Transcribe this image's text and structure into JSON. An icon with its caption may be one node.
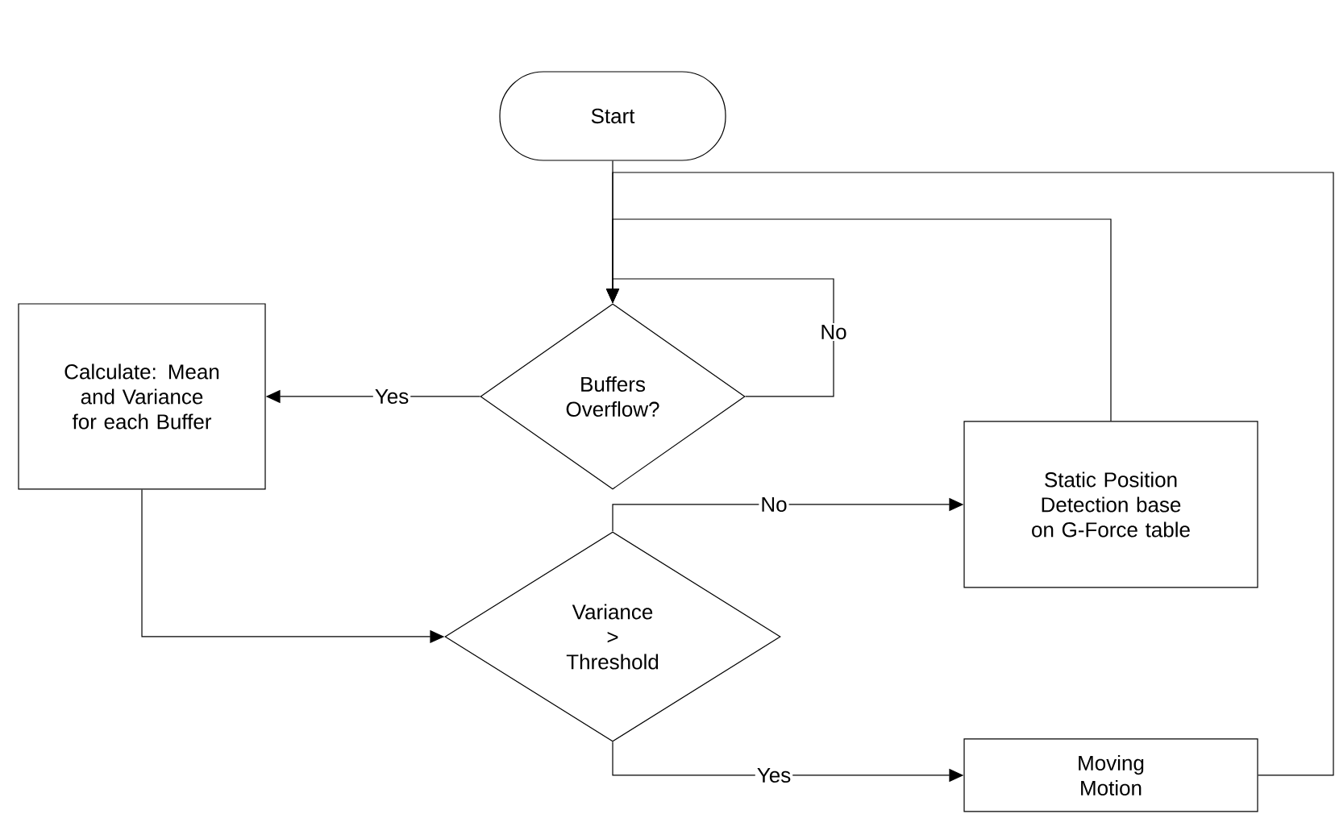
{
  "diagram": {
    "nodes": [
      {
        "text": [
          "Start"
        ]
      },
      {
        "text": [
          "Buffers Overflow?"
        ]
      },
      {
        "text": [
          "Calculate: Mean and Variance for each Buffer"
        ]
      },
      {
        "text": [
          "Variance > Threshold"
        ]
      },
      {
        "text": [
          "Static Position Detection base on G-Force table"
        ]
      },
      {
        "text": [
          "Moving Motion"
        ]
      }
    ],
    "edges": [
      {
        "from": 0,
        "to": 1,
        "arrow": "to"
      },
      {
        "from": 1,
        "to": 1,
        "arrow": "to",
        "label": "No"
      },
      {
        "from": 1,
        "to": 2,
        "arrow": "to",
        "label": "Yes"
      },
      {
        "from": 2,
        "to": 3,
        "arrow": "to"
      },
      {
        "from": 3,
        "to": 4,
        "arrow": "to",
        "label": "No"
      },
      {
        "from": 3,
        "to": 5,
        "arrow": "to",
        "label": "Yes"
      },
      {
        "from": 4,
        "to": 1,
        "arrow": "to"
      },
      {
        "from": 5,
        "to": 1,
        "arrow": "to"
      }
    ]
  }
}
